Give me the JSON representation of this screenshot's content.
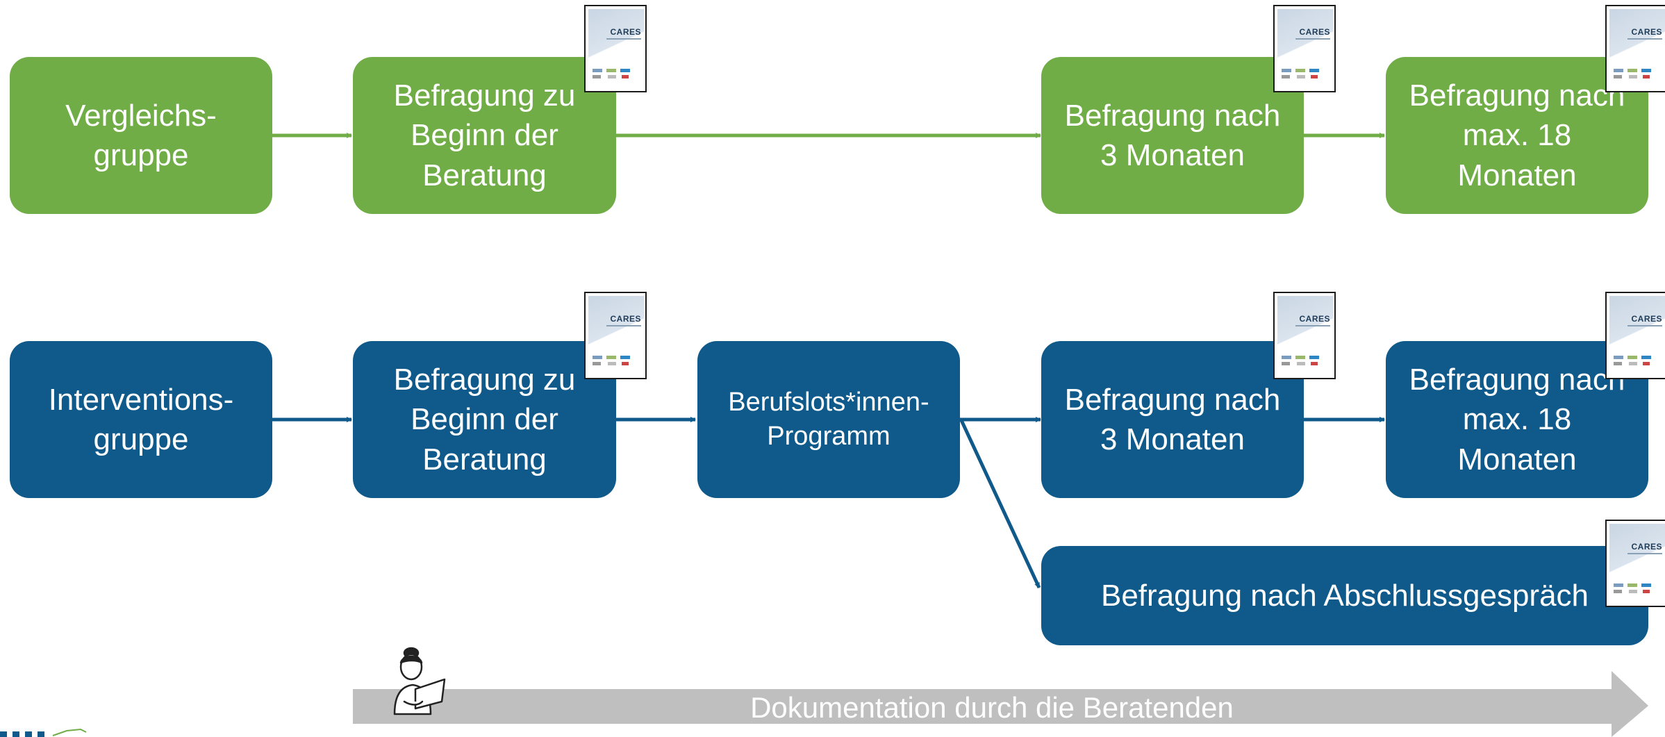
{
  "groups": {
    "comparison": {
      "label": "Vergleichs-\ngruppe",
      "color": "#70ad47",
      "steps": [
        "Befragung zu\nBeginn der\nBeratung",
        "Befragung nach\n3 Monaten",
        "Befragung nach\nmax. 18\nMonaten"
      ]
    },
    "intervention": {
      "label": "Interventions-\ngruppe",
      "color": "#0f5a8a",
      "steps": [
        "Befragung zu\nBeginn der\nBeratung",
        "Berufslots*innen-\nProgramm",
        "Befragung nach\n3 Monaten",
        "Befragung nach\nmax. 18\nMonaten",
        "Befragung nach Abschlussgespräch"
      ]
    }
  },
  "questionnaire": {
    "logo_text": "CARES",
    "icon": "questionnaire-document-icon"
  },
  "timeline": {
    "label": "Dokumentation durch die Beratenden",
    "color": "#bfbfbf",
    "icon": "person-with-laptop-icon"
  }
}
